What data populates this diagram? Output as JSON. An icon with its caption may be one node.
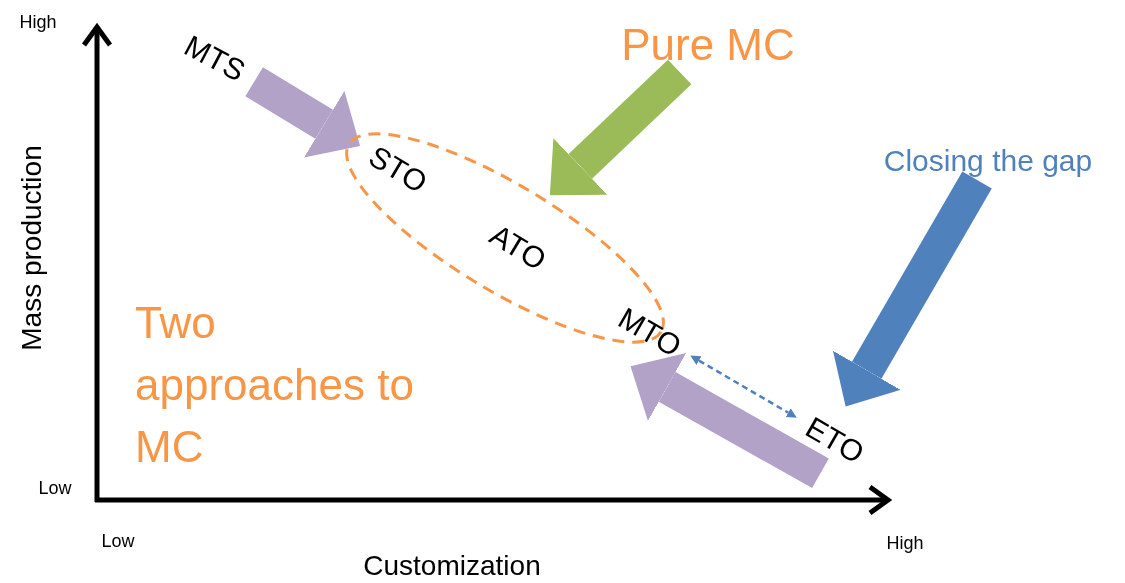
{
  "diagram": {
    "nodes": [
      {
        "text": [
          "MTS"
        ]
      },
      {
        "text": [],
        "shape": "ellipse"
      },
      {
        "text": [
          "STO"
        ],
        "in": 1
      },
      {
        "text": [
          "ATO"
        ],
        "in": 1
      },
      {
        "text": [
          "MTO"
        ]
      },
      {
        "text": [
          "ETO"
        ]
      },
      {
        "text": [
          "Pure MC"
        ]
      },
      {
        "text": [
          "Closing the gap"
        ]
      },
      {
        "text": [
          "Two approaches to MC"
        ]
      }
    ],
    "edges": [
      {
        "from": 0,
        "to": 2,
        "arrow": "to",
        "color": "#b3a2c7"
      },
      {
        "from": 6,
        "to": 1,
        "arrow": "to",
        "color": "#9bbb59"
      },
      {
        "from": 7,
        "to": 5,
        "arrow": "to",
        "color": "#4f81bd"
      },
      {
        "from": 5,
        "to": 4,
        "arrow": "to",
        "color": "#b3a2c7"
      },
      {
        "from": 4,
        "to": 5,
        "arrow": "both",
        "style": "dashed",
        "color": "#4f81bd"
      }
    ],
    "labels": [
      "High",
      "Mass production",
      "Low",
      "Low",
      "High",
      "Customization"
    ]
  }
}
